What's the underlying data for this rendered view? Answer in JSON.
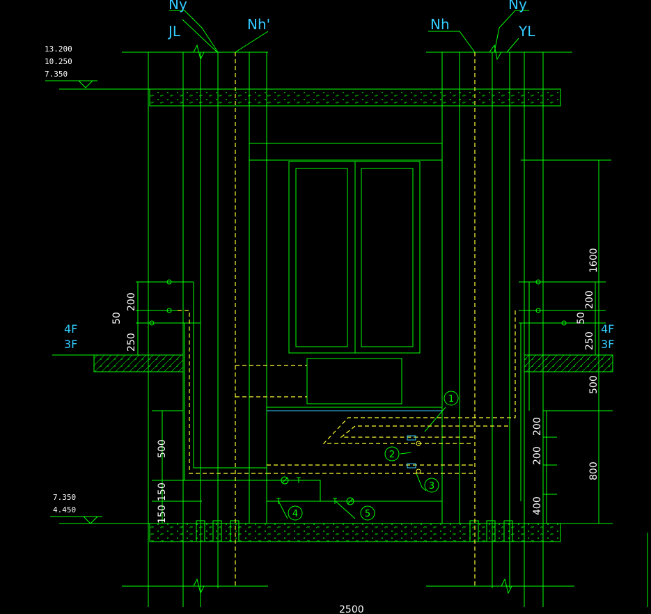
{
  "drawing": {
    "background": "#000000",
    "colors": {
      "line": "#00ff00",
      "pipe_dashed": "#ffff33",
      "label_cyan": "#33ccff",
      "text_white": "#ffffff"
    },
    "pipe_labels": {
      "ny_left": "Ny",
      "jl": "JL",
      "nh_prime": "Nh'",
      "nh": "Nh",
      "ny_right": "Ny",
      "yl": "YL"
    },
    "elevations_top": [
      "13.200",
      "10.250",
      "7.350"
    ],
    "elevations_bottom": [
      "7.350",
      "4.450"
    ],
    "floor_labels_left": [
      "4F",
      "3F"
    ],
    "floor_labels_right": [
      "4F",
      "3F"
    ],
    "dims_left": [
      "200",
      "50",
      "250",
      "500",
      "150",
      "150"
    ],
    "dims_right": [
      "1600",
      "200",
      "50",
      "250",
      "500",
      "200",
      "200",
      "800",
      "400"
    ],
    "callouts": [
      "1",
      "2",
      "3",
      "4",
      "5"
    ],
    "bottom_dim": "2500"
  }
}
